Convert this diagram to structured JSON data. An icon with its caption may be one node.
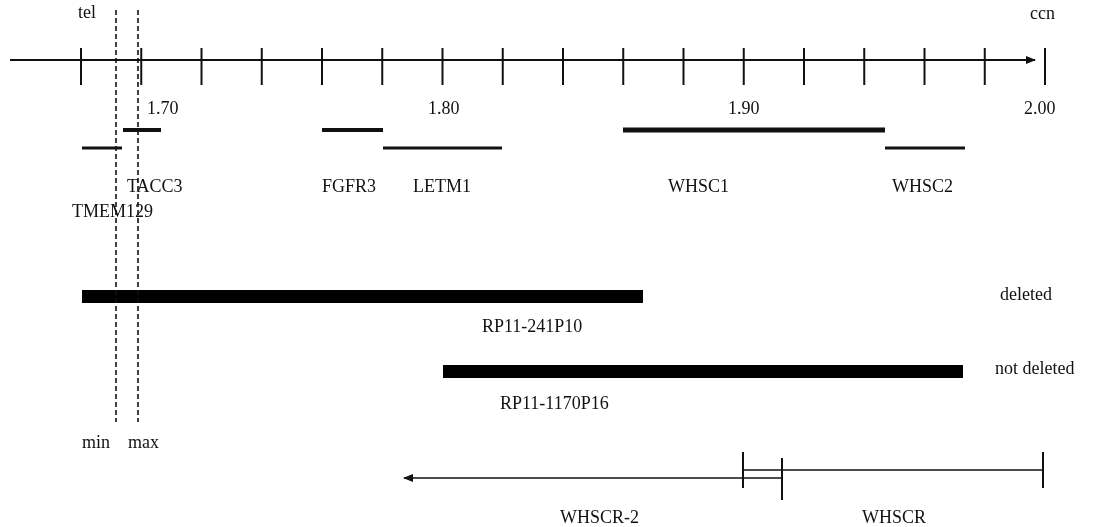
{
  "diagram": {
    "labels": [
      "tel",
      "ccn",
      "1.70",
      "1.80",
      "1.90",
      "2.00",
      "TACC3",
      "FGFR3",
      "LETM1",
      "WHSC1",
      "WHSC2",
      "TMEM129",
      "deleted",
      "RP11-241P10",
      "not deleted",
      "RP11-1170P16",
      "min",
      "max",
      "WHSCR-2",
      "WHSCR"
    ]
  }
}
